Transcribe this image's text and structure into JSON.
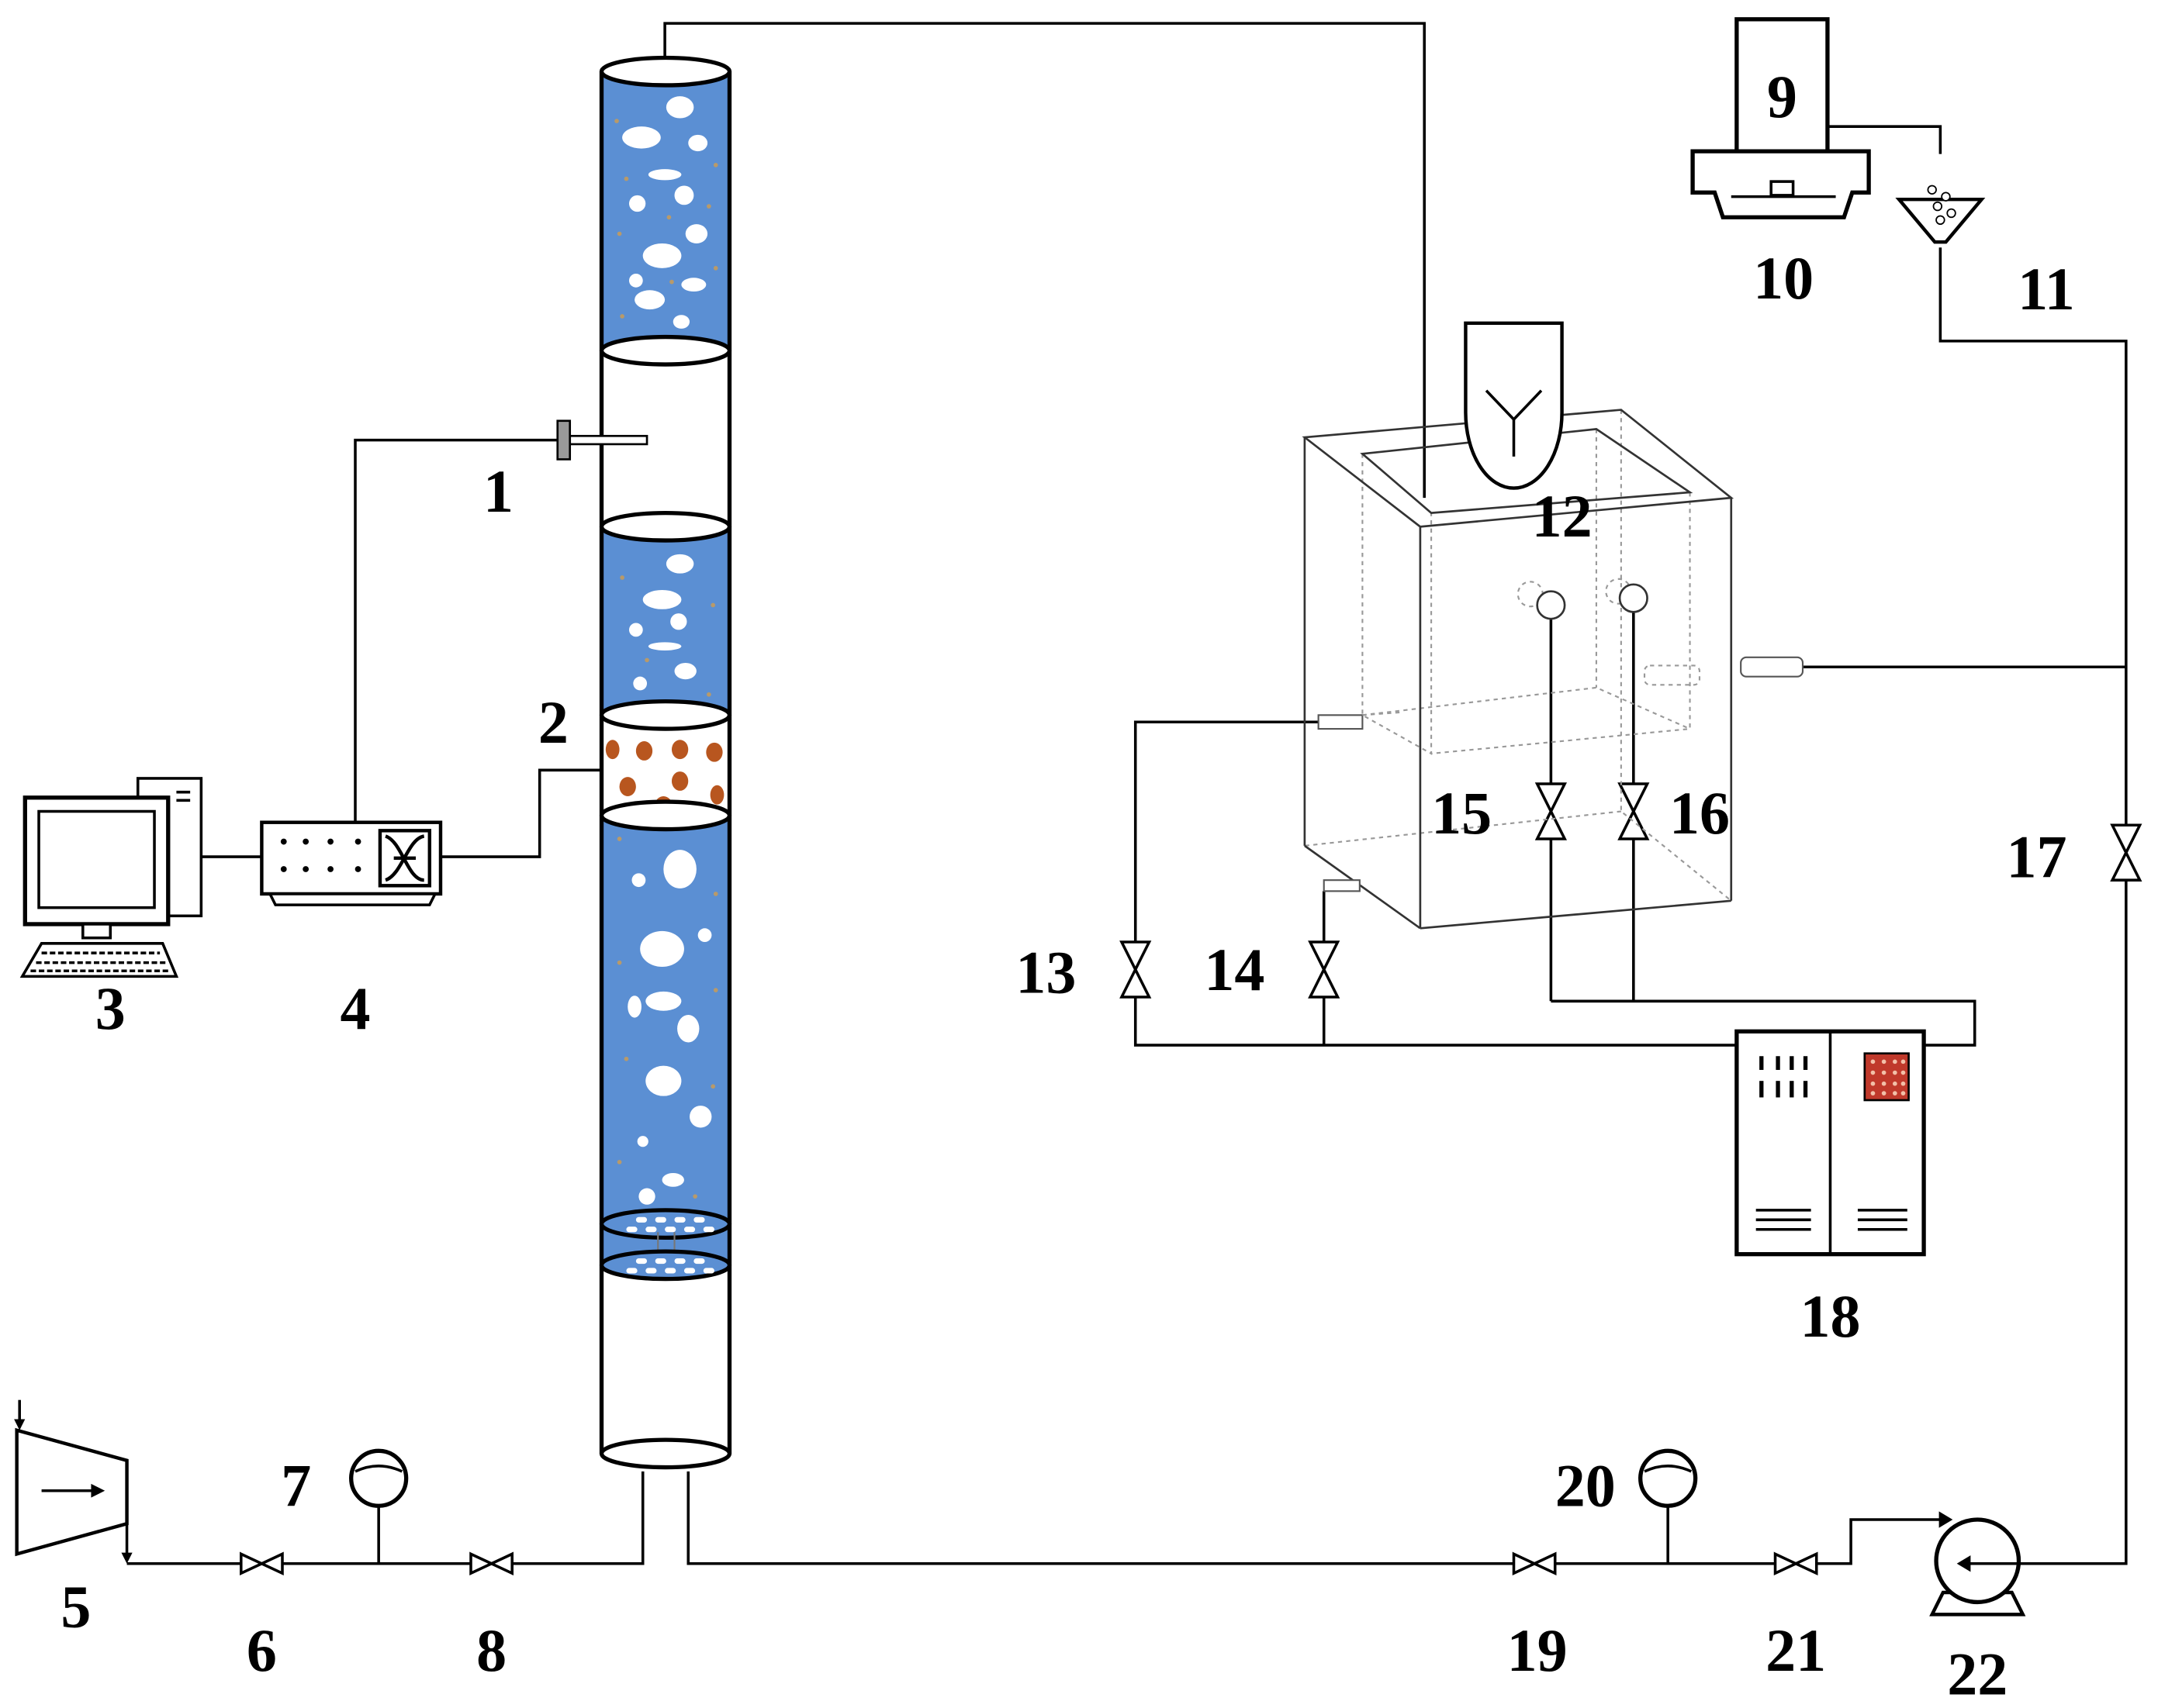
{
  "labels": {
    "l1": "1",
    "l2": "2",
    "l3": "3",
    "l4": "4",
    "l5": "5",
    "l6": "6",
    "l7": "7",
    "l8": "8",
    "l9": "9",
    "l10": "10",
    "l11": "11",
    "l12": "12",
    "l13": "13",
    "l14": "14",
    "l15": "15",
    "l16": "16",
    "l17": "17",
    "l18": "18",
    "l19": "19",
    "l20": "20",
    "l21": "21",
    "l22": "22"
  },
  "colors": {
    "liquid": "#5b8fd3",
    "particles": "#b8561f",
    "analyzer_display": "#c0392b"
  }
}
